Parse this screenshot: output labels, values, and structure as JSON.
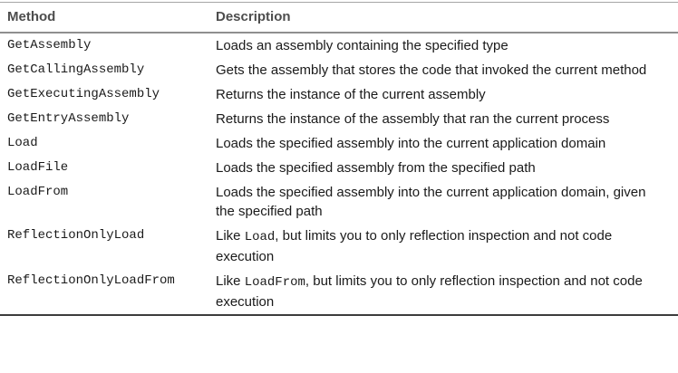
{
  "table": {
    "headers": {
      "method": "Method",
      "description": "Description"
    },
    "rows": [
      {
        "method": "GetAssembly",
        "description": [
          {
            "text": "Loads an assembly containing the specified type"
          }
        ]
      },
      {
        "method": "GetCallingAssembly",
        "description": [
          {
            "text": "Gets the assembly that stores the code that invoked the current method"
          }
        ]
      },
      {
        "method": "GetExecutingAssembly",
        "description": [
          {
            "text": "Returns the instance of the current assembly"
          }
        ]
      },
      {
        "method": "GetEntryAssembly",
        "description": [
          {
            "text": "Returns the instance of the assembly that ran the current process"
          }
        ]
      },
      {
        "method": "Load",
        "description": [
          {
            "text": "Loads the specified assembly into the current application domain"
          }
        ]
      },
      {
        "method": "LoadFile",
        "description": [
          {
            "text": "Loads the specified assembly from the specified path"
          }
        ]
      },
      {
        "method": "LoadFrom",
        "description": [
          {
            "text": "Loads the specified assembly into the current application domain, given the specified path"
          }
        ]
      },
      {
        "method": "ReflectionOnlyLoad",
        "description": [
          {
            "text": "Like "
          },
          {
            "text": "Load",
            "code": true
          },
          {
            "text": ", but limits you to only reflection inspection and not code execution"
          }
        ]
      },
      {
        "method": "ReflectionOnlyLoadFrom",
        "description": [
          {
            "text": "Like "
          },
          {
            "text": "LoadFrom",
            "code": true
          },
          {
            "text": ", but limits you to only reflection inspection and not code execution"
          }
        ]
      }
    ]
  },
  "colors": {
    "header_text": "#4d4d4d",
    "body_text": "#1a1a1a",
    "rule_top": "#a6a6a6",
    "rule_header": "#8f8f8f",
    "rule_bottom": "#3c3c3c",
    "background": "#ffffff"
  }
}
